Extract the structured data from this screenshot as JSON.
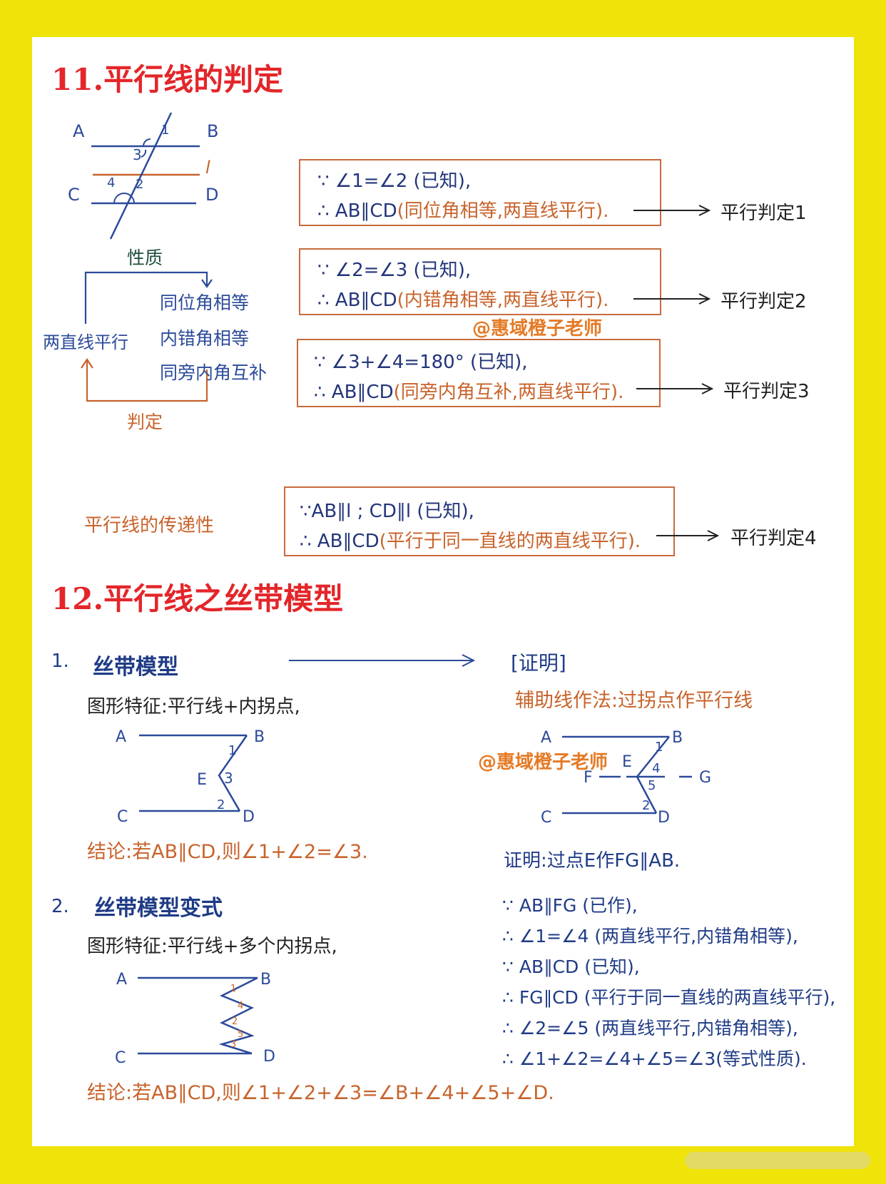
{
  "section11": {
    "title": "11.平行线的判定",
    "diagram_labels": {
      "A": "A",
      "B": "B",
      "C": "C",
      "D": "D",
      "l": "l",
      "a1": "1",
      "a2": "2",
      "a3": "3",
      "a4": "4"
    },
    "xingzhi": "性质",
    "panding": "判定",
    "liang_zhixian_pingxing": "两直线平行",
    "props": [
      "同位角相等",
      "内错角相等",
      "同旁内角互补"
    ],
    "transitivity": "平行线的传递性",
    "boxes": [
      {
        "line1": "∵ ∠1=∠2 (已知),",
        "line2a": "∴ AB∥CD",
        "line2b": "(同位角相等,两直线平行).",
        "result": "平行判定1"
      },
      {
        "line1": "∵ ∠2=∠3 (已知),",
        "line2a": "∴ AB∥CD",
        "line2b": "(内错角相等,两直线平行).",
        "result": "平行判定2"
      },
      {
        "line1": "∵ ∠3+∠4=180° (已知),",
        "line2a": "∴ AB∥CD",
        "line2b": "(同旁内角互补,两直线平行).",
        "result": "平行判定3"
      },
      {
        "line1": "∵AB∥l ; CD∥l (已知),",
        "line2a": "∴ AB∥CD",
        "line2b": "(平行于同一直线的两直线平行).",
        "result": "平行判定4"
      }
    ],
    "watermark": "@惠域橙子老师"
  },
  "section12": {
    "title": "12.平行线之丝带模型",
    "item1_num": "1.",
    "item1_title": "丝带模型",
    "item1_feature": "图形特征:平行线+内拐点,",
    "item1_conclusion": "结论:若AB∥CD,则∠1+∠2=∠3.",
    "item2_num": "2.",
    "item2_title": "丝带模型变式",
    "item2_feature": "图形特征:平行线+多个内拐点,",
    "item2_conclusion": "结论:若AB∥CD,则∠1+∠2+∠3=∠B+∠4+∠5+∠D.",
    "proof_header": "[证明]",
    "aux_line": "辅助线作法:过拐点作平行线",
    "watermark": "@惠域橙子老师",
    "fig1_labels": {
      "A": "A",
      "B": "B",
      "C": "C",
      "D": "D",
      "E": "E",
      "a1": "1",
      "a2": "2",
      "a3": "3"
    },
    "fig2_labels": {
      "A": "A",
      "B": "B",
      "C": "C",
      "D": "D",
      "E": "E",
      "F": "F",
      "G": "G",
      "a1": "1",
      "a2": "2",
      "a4": "4",
      "a5": "5"
    },
    "fig3_labels": {
      "A": "A",
      "B": "B",
      "C": "C",
      "D": "D",
      "a1": "1",
      "a2": "2",
      "a3": "3",
      "a4": "4",
      "a5": "5"
    },
    "proof_intro": "证明:过点E作FG∥AB.",
    "proof_lines": [
      "∵ AB∥FG (已作),",
      "∴ ∠1=∠4 (两直线平行,内错角相等),",
      "∵ AB∥CD (已知),",
      "∴ FG∥CD (平行于同一直线的两直线平行),",
      "∴ ∠2=∠5 (两直线平行,内错角相等),",
      "∴ ∠1+∠2=∠4+∠5=∠3(等式性质)."
    ]
  },
  "colors": {
    "background": "#efe30a",
    "title": "#e3262a",
    "blue_ink": "#2b4a9a",
    "orange_ink": "#c8632b",
    "box_border": "#c86b40"
  }
}
